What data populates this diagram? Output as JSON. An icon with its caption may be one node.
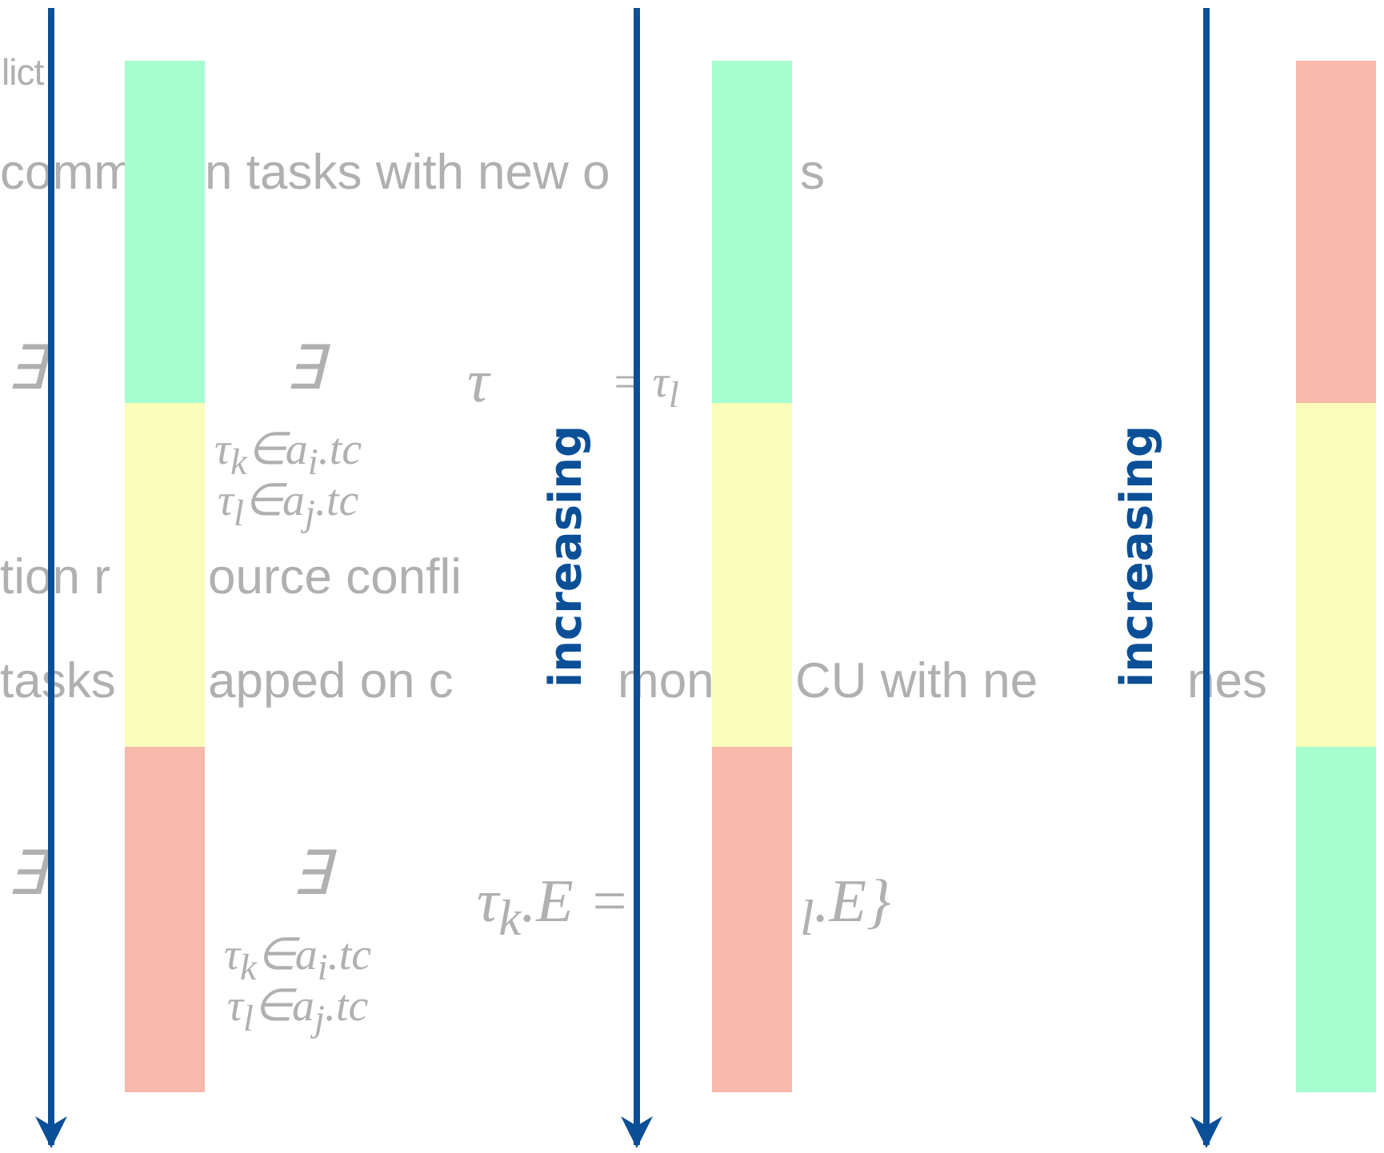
{
  "diagram": {
    "nodes": [
      {
        "text": [],
        "shape": "box"
      },
      {
        "text": [],
        "shape": "box"
      },
      {
        "text": [],
        "shape": "box"
      },
      {
        "text": [],
        "shape": "box"
      },
      {
        "text": [],
        "shape": "box"
      },
      {
        "text": [],
        "shape": "box"
      },
      {
        "text": [],
        "shape": "box"
      },
      {
        "text": [],
        "shape": "box"
      },
      {
        "text": [],
        "shape": "box"
      }
    ],
    "labels": [
      "lict",
      "comm",
      "n tasks with new o",
      "s",
      "∃",
      "∃",
      "τ",
      "= τ$_{l}$",
      "τ$_{k}$∈a$_{i}$.tc",
      "τ$_{l}$∈a$_{j}$.tc",
      "increasing",
      "increasing",
      "tion r",
      "ource confli",
      "tasks",
      "apped on c",
      "mon",
      "CU with ne",
      "nes",
      "∃",
      "∃",
      "τ$_{k}$.E =",
      "$_{l}$.E}",
      "τ$_{k}$∈a$_{i}$.tc",
      "τ$_{l}$∈a$_{j}$.tc"
    ]
  }
}
